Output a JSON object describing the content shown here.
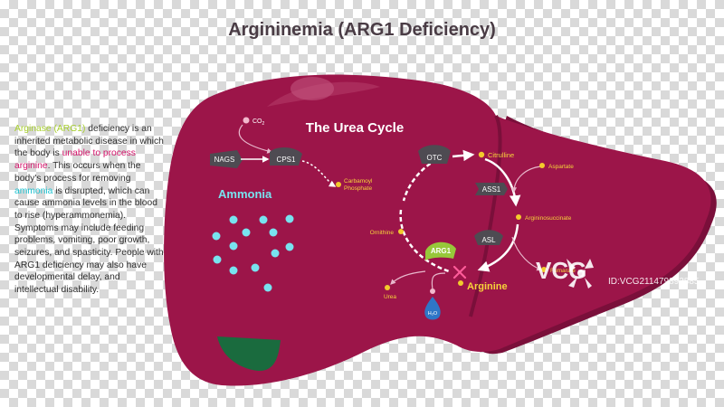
{
  "title": "Argininemia (ARG1 Deficiency)",
  "description": {
    "term": "Arginase (ARG1)",
    "part1": " deficiency is an inherited metabolic disease in which the body is ",
    "highlight_unable": "unable to process arginine",
    "part2": ". This occurs when the body's process for removing ",
    "highlight_ammonia": "ammonia",
    "part3": " is disrupted, which can cause ammonia levels in the blood to rise (hyperammonemia). Symptoms may include feeding problems, vomiting, poor growth, seizures, and spasticity. People with ARG1 deficiency may also have developmental delay, and intellectual disability."
  },
  "diagram": {
    "cycle_title": "The Urea Cycle",
    "ammonia_label": "Ammonia",
    "co2": "CO",
    "co2_sub": "2",
    "enzymes": {
      "nags": "NAGS",
      "cps1": "CPS1",
      "otc": "OTC",
      "ass1": "ASS1",
      "asl": "ASL",
      "arg1": "ARG1"
    },
    "metabolites": {
      "carbamoyl_line1": "Carbamoyl",
      "carbamoyl_line2": "Phosphate",
      "citrulline": "Citrulline",
      "aspartate": "Aspartate",
      "argininosuccinate": "Argininosuccinate",
      "fumarate": "Fumarate",
      "arginine": "Arginine",
      "ornithine": "Ornithine",
      "urea": "Urea",
      "water": "H₂O"
    }
  },
  "watermark": {
    "logo": "VCG",
    "id": "ID:VCG211479892885"
  },
  "colors": {
    "liver": "#9c1549",
    "liver_dark": "#7a0f3a",
    "gallbladder": "#1a6b3e",
    "enzyme": "#4e4b52",
    "metabolite_dot": "#f2cb2c",
    "metabolite_text": "#f6d43a",
    "ammonia_dot": "#78e3ef",
    "arg1": "#97c83a",
    "block_x": "#ff5c9a",
    "water_drop": "#2e76c7"
  }
}
